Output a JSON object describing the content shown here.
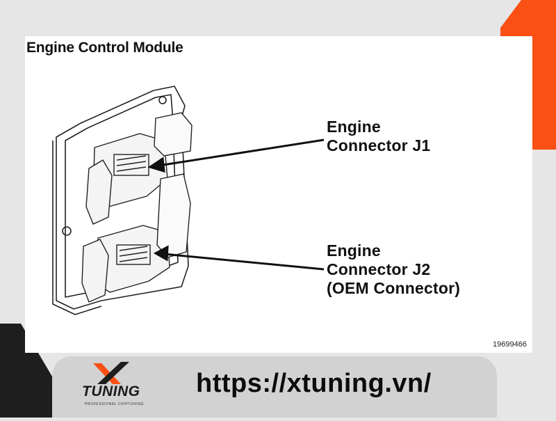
{
  "diagram": {
    "title": "Engine Control Module",
    "callouts": [
      {
        "id": "j1",
        "lines": [
          "Engine",
          "Connector J1"
        ]
      },
      {
        "id": "j2",
        "lines": [
          "Engine",
          "Connector J2",
          "(OEM Connector)"
        ]
      }
    ],
    "figure_number": "19699466"
  },
  "footer": {
    "logo_text": "TUNING",
    "logo_tagline": "PROFESSIONAL CHIPTUNING",
    "url": "https://xtuning.vn/"
  },
  "colors": {
    "accent_orange": "#fa5013",
    "dark_shape": "#1e1e1e",
    "footer_bar": "#d2d2d2",
    "panel": "#ffffff"
  },
  "icons": {
    "logo": "x-tuning-logo-icon",
    "callout_arrow": "arrow-icon"
  }
}
